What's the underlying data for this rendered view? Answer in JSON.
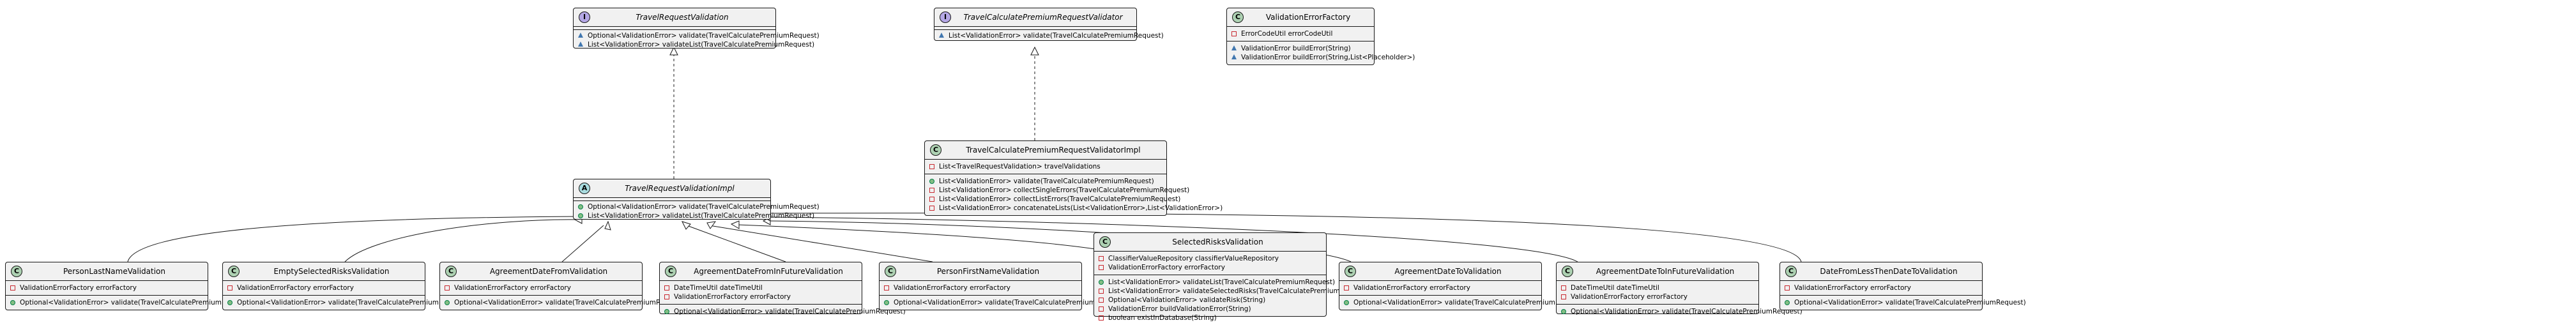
{
  "diagram": {
    "classes": {
      "travel_request_validation": {
        "name": "TravelRequestValidation",
        "stereotype": "I",
        "kind": "interface",
        "fields": [],
        "methods": [
          {
            "vis": "package",
            "text": "Optional<ValidationError> validate(TravelCalculatePremiumRequest)"
          },
          {
            "vis": "package",
            "text": "List<ValidationError> validateList(TravelCalculatePremiumRequest)"
          }
        ]
      },
      "travel_calculate_premium_request_validator": {
        "name": "TravelCalculatePremiumRequestValidator",
        "stereotype": "I",
        "kind": "interface",
        "fields": [],
        "methods": [
          {
            "vis": "package",
            "text": "List<ValidationError> validate(TravelCalculatePremiumRequest)"
          }
        ]
      },
      "validation_error_factory": {
        "name": "ValidationErrorFactory",
        "stereotype": "C",
        "kind": "class",
        "fields": [
          {
            "vis": "private",
            "text": "ErrorCodeUtil errorCodeUtil"
          }
        ],
        "methods": [
          {
            "vis": "package",
            "text": "ValidationError buildError(String)"
          },
          {
            "vis": "package",
            "text": "ValidationError buildError(String,List<Placeholder>)"
          }
        ]
      },
      "travel_request_validation_impl": {
        "name": "TravelRequestValidationImpl",
        "stereotype": "A",
        "kind": "abstract",
        "fields": [],
        "methods": [
          {
            "vis": "public",
            "text": "Optional<ValidationError> validate(TravelCalculatePremiumRequest)"
          },
          {
            "vis": "public",
            "text": "List<ValidationError> validateList(TravelCalculatePremiumRequest)"
          }
        ]
      },
      "travel_calculate_premium_request_validator_impl": {
        "name": "TravelCalculatePremiumRequestValidatorImpl",
        "stereotype": "C",
        "kind": "class",
        "fields": [
          {
            "vis": "private",
            "text": "List<TravelRequestValidation> travelValidations"
          }
        ],
        "methods": [
          {
            "vis": "public",
            "text": "List<ValidationError> validate(TravelCalculatePremiumRequest)"
          },
          {
            "vis": "private",
            "text": "List<ValidationError> collectSingleErrors(TravelCalculatePremiumRequest)"
          },
          {
            "vis": "private",
            "text": "List<ValidationError> collectListErrors(TravelCalculatePremiumRequest)"
          },
          {
            "vis": "private",
            "text": "List<ValidationError> concatenateLists(List<ValidationError>,List<ValidationError>)"
          }
        ]
      },
      "person_last_name_validation": {
        "name": "PersonLastNameValidation",
        "stereotype": "C",
        "kind": "class",
        "fields": [
          {
            "vis": "private",
            "text": "ValidationErrorFactory errorFactory"
          }
        ],
        "methods": [
          {
            "vis": "public",
            "text": "Optional<ValidationError> validate(TravelCalculatePremiumRequest)"
          }
        ]
      },
      "empty_selected_risks_validation": {
        "name": "EmptySelectedRisksValidation",
        "stereotype": "C",
        "kind": "class",
        "fields": [
          {
            "vis": "private",
            "text": "ValidationErrorFactory errorFactory"
          }
        ],
        "methods": [
          {
            "vis": "public",
            "text": "Optional<ValidationError> validate(TravelCalculatePremiumRequest)"
          }
        ]
      },
      "agreement_date_from_validation": {
        "name": "AgreementDateFromValidation",
        "stereotype": "C",
        "kind": "class",
        "fields": [
          {
            "vis": "private",
            "text": "ValidationErrorFactory errorFactory"
          }
        ],
        "methods": [
          {
            "vis": "public",
            "text": "Optional<ValidationError> validate(TravelCalculatePremiumRequest)"
          }
        ]
      },
      "agreement_date_from_in_future_validation": {
        "name": "AgreementDateFromInFutureValidation",
        "stereotype": "C",
        "kind": "class",
        "fields": [
          {
            "vis": "private",
            "text": "DateTimeUtil dateTimeUtil"
          },
          {
            "vis": "private",
            "text": "ValidationErrorFactory errorFactory"
          }
        ],
        "methods": [
          {
            "vis": "public",
            "text": "Optional<ValidationError> validate(TravelCalculatePremiumRequest)"
          }
        ]
      },
      "person_first_name_validation": {
        "name": "PersonFirstNameValidation",
        "stereotype": "C",
        "kind": "class",
        "fields": [
          {
            "vis": "private",
            "text": "ValidationErrorFactory errorFactory"
          }
        ],
        "methods": [
          {
            "vis": "public",
            "text": "Optional<ValidationError> validate(TravelCalculatePremiumRequest)"
          }
        ]
      },
      "selected_risks_validation": {
        "name": "SelectedRisksValidation",
        "stereotype": "C",
        "kind": "class",
        "fields": [
          {
            "vis": "private",
            "text": "ClassifierValueRepository classifierValueRepository"
          },
          {
            "vis": "private",
            "text": "ValidationErrorFactory errorFactory"
          }
        ],
        "methods": [
          {
            "vis": "public",
            "text": "List<ValidationError> validateList(TravelCalculatePremiumRequest)"
          },
          {
            "vis": "private",
            "text": "List<ValidationError> validateSelectedRisks(TravelCalculatePremiumRequest)"
          },
          {
            "vis": "private",
            "text": "Optional<ValidationError> validateRisk(String)"
          },
          {
            "vis": "private",
            "text": "ValidationError buildValidationError(String)"
          },
          {
            "vis": "private",
            "text": "boolean existInDatabase(String)"
          }
        ]
      },
      "agreement_date_to_validation": {
        "name": "AgreementDateToValidation",
        "stereotype": "C",
        "kind": "class",
        "fields": [
          {
            "vis": "private",
            "text": "ValidationErrorFactory errorFactory"
          }
        ],
        "methods": [
          {
            "vis": "public",
            "text": "Optional<ValidationError> validate(TravelCalculatePremiumRequest)"
          }
        ]
      },
      "agreement_date_to_in_future_validation": {
        "name": "AgreementDateToInFutureValidation",
        "stereotype": "C",
        "kind": "class",
        "fields": [
          {
            "vis": "private",
            "text": "DateTimeUtil dateTimeUtil"
          },
          {
            "vis": "private",
            "text": "ValidationErrorFactory errorFactory"
          }
        ],
        "methods": [
          {
            "vis": "public",
            "text": "Optional<ValidationError> validate(TravelCalculatePremiumRequest)"
          }
        ]
      },
      "date_from_less_then_date_to_validation": {
        "name": "DateFromLessThenDateToValidation",
        "stereotype": "C",
        "kind": "class",
        "fields": [
          {
            "vis": "private",
            "text": "ValidationErrorFactory errorFactory"
          }
        ],
        "methods": [
          {
            "vis": "public",
            "text": "Optional<ValidationError> validate(TravelCalculatePremiumRequest)"
          }
        ]
      }
    },
    "relations": [
      {
        "from": "travel_request_validation_impl",
        "to": "travel_request_validation",
        "type": "implements"
      },
      {
        "from": "travel_calculate_premium_request_validator_impl",
        "to": "travel_calculate_premium_request_validator",
        "type": "implements"
      },
      {
        "from": "person_last_name_validation",
        "to": "travel_request_validation_impl",
        "type": "extends"
      },
      {
        "from": "empty_selected_risks_validation",
        "to": "travel_request_validation_impl",
        "type": "extends"
      },
      {
        "from": "agreement_date_from_validation",
        "to": "travel_request_validation_impl",
        "type": "extends"
      },
      {
        "from": "agreement_date_from_in_future_validation",
        "to": "travel_request_validation_impl",
        "type": "extends"
      },
      {
        "from": "person_first_name_validation",
        "to": "travel_request_validation_impl",
        "type": "extends"
      },
      {
        "from": "selected_risks_validation",
        "to": "travel_request_validation_impl",
        "type": "extends"
      },
      {
        "from": "agreement_date_to_validation",
        "to": "travel_request_validation_impl",
        "type": "extends"
      },
      {
        "from": "agreement_date_to_in_future_validation",
        "to": "travel_request_validation_impl",
        "type": "extends"
      },
      {
        "from": "date_from_less_then_date_to_validation",
        "to": "travel_request_validation_impl",
        "type": "extends"
      }
    ]
  },
  "colors": {
    "class_background": "#f1f1f1",
    "border": "#181818",
    "stereotype_class": "#add1b2",
    "stereotype_interface": "#b4a7e5",
    "stereotype_abstract": "#a9dcdf",
    "private_marker": "#c82930",
    "public_marker": "#84be84",
    "package_marker": "#4177af"
  },
  "icons": {
    "private": "hollow-square-icon",
    "public": "filled-circle-icon",
    "package": "filled-triangle-icon"
  }
}
